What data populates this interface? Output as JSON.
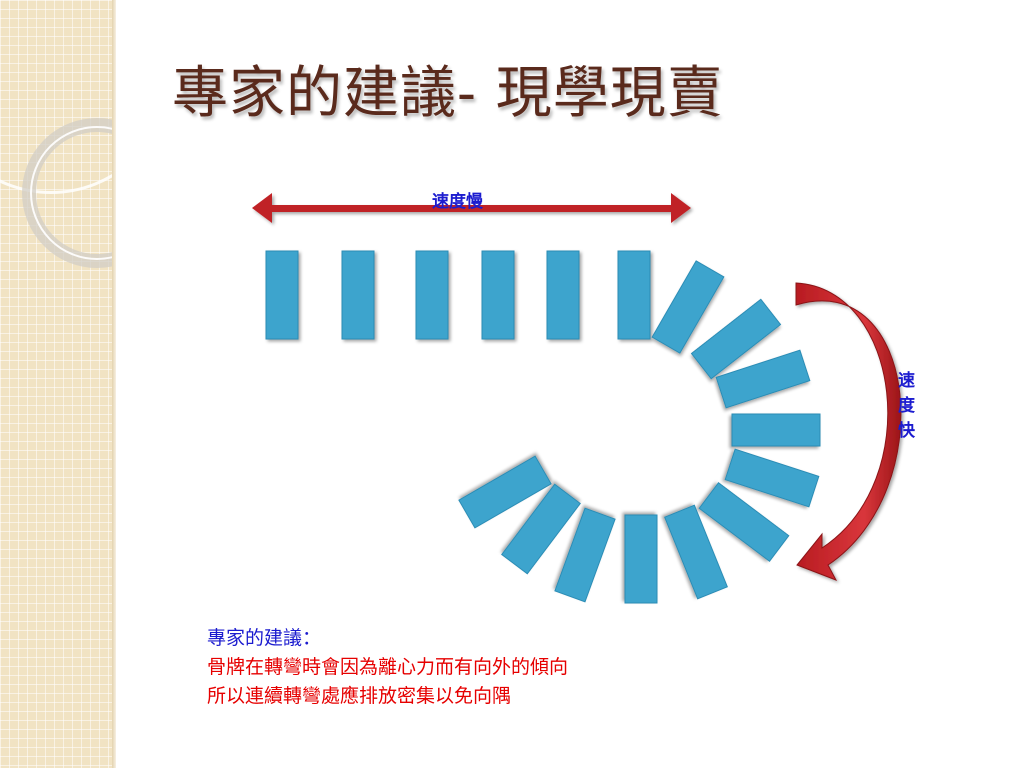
{
  "title": "專家的建議- 現學現賣",
  "diagram": {
    "slow_label": "速度慢",
    "fast_label": "速度快",
    "domino_color": "#3ea4cd",
    "arrow_color": "#c02227",
    "domino_icon": "domino-tile"
  },
  "advice": {
    "heading": "專家的建議：",
    "lines": [
      "骨牌在轉彎時會因為離心力而有向外的傾向",
      "所以連續轉彎處應排放密集以免向隅"
    ]
  }
}
